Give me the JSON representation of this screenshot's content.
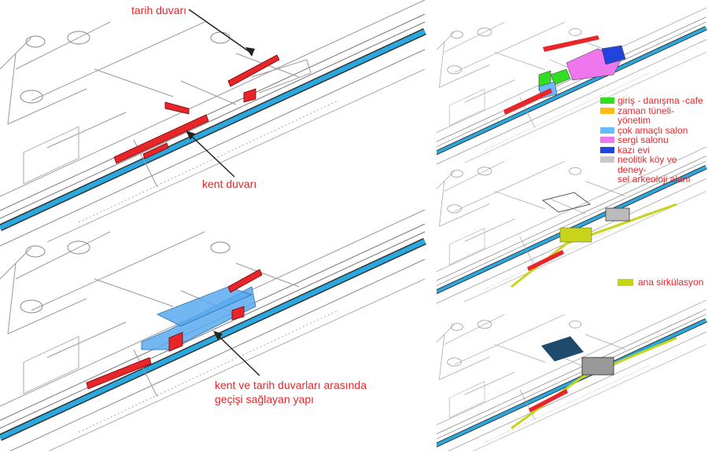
{
  "panel_top_left": {
    "label_tarih": "tarih duvarı",
    "label_kent": "kent duvarı"
  },
  "panel_bottom_left": {
    "label_line1": "kent ve tarih duvarları arasında",
    "label_line2": "geçişi sağlayan yapı"
  },
  "legend": {
    "items": [
      {
        "label": "giriş - danışma -cafe",
        "color": "#33dd22"
      },
      {
        "label": "zaman tüneli- yönetim",
        "color": "#ffbb11"
      },
      {
        "label": "çok amaçlı salon",
        "color": "#66bbff"
      },
      {
        "label": "sergi salonu",
        "color": "#ee77ee"
      },
      {
        "label": "kazı evi",
        "color": "#2244dd"
      },
      {
        "label": "neolitik köy ve deney-",
        "color": "#c8c8cc"
      }
    ],
    "last_line": "sel arkeoloji alanı"
  },
  "circulation_legend": {
    "label": "ana sirkülasyon",
    "color": "#c8d41a"
  },
  "colors": {
    "wall": "#e8262a",
    "river": "#29a9e0",
    "transfer": "#5aaaf0"
  }
}
